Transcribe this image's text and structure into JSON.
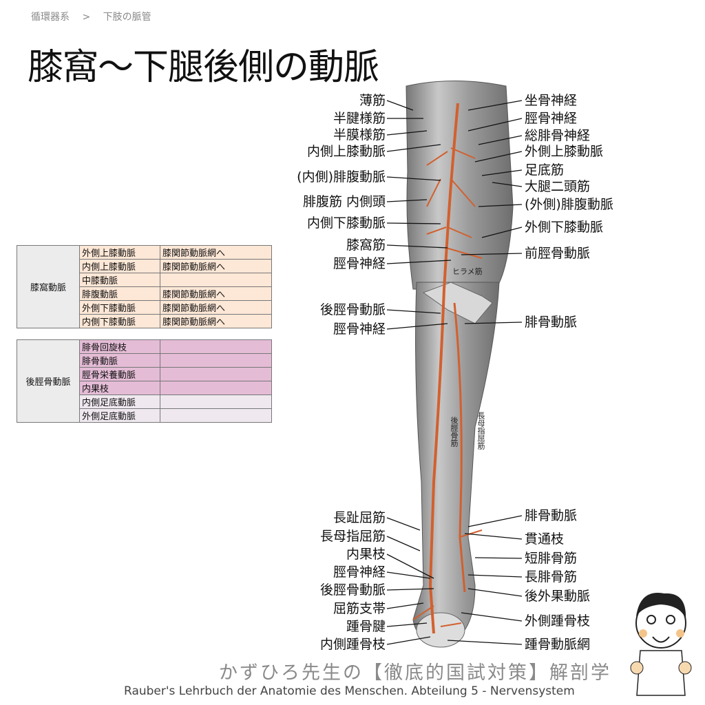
{
  "breadcrumb": [
    "循環器系",
    ">",
    "下肢の脈管"
  ],
  "title": "膝窩～下腿後側の動脈",
  "labels_left": [
    "薄筋",
    "半腱様筋",
    "半膜様筋",
    "内側上膝動脈",
    "(内側)腓腹動脈",
    "腓腹筋 内側頭",
    "内側下膝動脈",
    "膝窩筋",
    "脛骨神経",
    "後脛骨動脈",
    "脛骨神経",
    "長趾屈筋",
    "長母指屈筋",
    "内果枝",
    "脛骨神経",
    "後脛骨動脈",
    "屈筋支帯",
    "踵骨腱",
    "内側踵骨枝"
  ],
  "labels_right": [
    "坐骨神経",
    "脛骨神経",
    "総腓骨神経",
    "外側上膝動脈",
    "足底筋",
    "大腿二頭筋",
    "(外側)腓腹動脈",
    "外側下膝動脈",
    "前脛骨動脈",
    "腓骨動脈",
    "腓骨動脈",
    "貫通枝",
    "短腓骨筋",
    "長腓骨筋",
    "後外果動脈",
    "外側踵骨枝",
    "踵骨動脈網"
  ],
  "inline_labels": [
    "ヒラメ筋",
    "後脛骨筋",
    "長母指屈筋"
  ],
  "table1": {
    "head": "膝窩動脈",
    "rows": [
      [
        "外側上膝動脈",
        "膝関節動脈網へ"
      ],
      [
        "内側上膝動脈",
        "膝関節動脈網へ"
      ],
      [
        "中膝動脈",
        ""
      ],
      [
        "腓腹動脈",
        "膝関節動脈網へ"
      ],
      [
        "外側下膝動脈",
        "膝関節動脈網へ"
      ],
      [
        "内側下膝動脈",
        "膝関節動脈網へ"
      ]
    ]
  },
  "table2": {
    "head": "後脛骨動脈",
    "rows": [
      [
        "腓骨回旋枝",
        ""
      ],
      [
        "腓骨動脈",
        ""
      ],
      [
        "脛骨栄養動脈",
        ""
      ],
      [
        "内果枝",
        ""
      ],
      [
        "内側足底動脈",
        ""
      ],
      [
        "外側足底動脈",
        ""
      ]
    ]
  },
  "footer": {
    "brand": "かずひろ先生の【徹底的国試対策】解剖学",
    "source": "Rauber's Lehrbuch der Anatomie des Menschen. Abteilung 5 -  Nervensystem"
  },
  "colors": {
    "artery": "#d2602e",
    "muscle": "#a9a9a9"
  }
}
